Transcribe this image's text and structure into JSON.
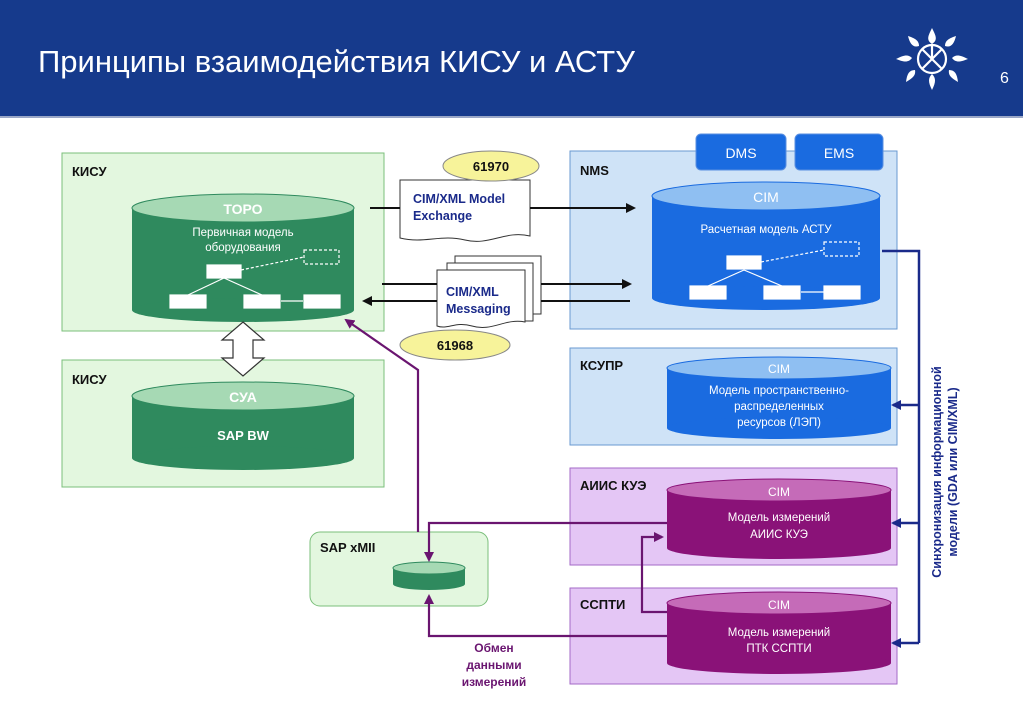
{
  "header": {
    "title": "Принципы взаимодействия КИСУ и АСТУ",
    "page_number": "6",
    "logo_icon": "energy-company-logo"
  },
  "colors": {
    "header_bg": "#163a8c",
    "kisu_panel": "#e3f7df",
    "kisu_db": "#2f8a5e",
    "nms_panel": "#cfe3f7",
    "nms_db": "#1a6be0",
    "aiis_panel": "#e4c6f5",
    "aiis_db": "#8a1278",
    "sync_arrow": "#1a2a8a",
    "purple_arrow": "#6a1570",
    "callout_fill": "#f7f39a"
  },
  "kisu_top": {
    "label": "КИСУ",
    "db_title": "ТОРО",
    "db_text_1": "Первичная модель",
    "db_text_2": "оборудования"
  },
  "kisu_bottom": {
    "label": "КИСУ",
    "db_title": "СУА",
    "db_text": "SAP BW"
  },
  "nms": {
    "label": "NMS",
    "dms": "DMS",
    "ems": "EMS",
    "db_title": "CIM",
    "db_text": "Расчетная модель АСТУ"
  },
  "ksupr": {
    "label": "КСУПР",
    "db_title": "CIM",
    "db_text_1": "Модель пространственно-",
    "db_text_2": "распределенных",
    "db_text_3": "ресурсов (ЛЭП)"
  },
  "aiis": {
    "label": "АИИС КУЭ",
    "db_title": "CIM",
    "db_text_1": "Модель измерений",
    "db_text_2": "АИИС КУЭ"
  },
  "sspti": {
    "label": "ССПТИ",
    "db_title": "CIM",
    "db_text_1": "Модель измерений",
    "db_text_2": "ПТК ССПТИ"
  },
  "sap_xmii": {
    "label": "SAP xMII"
  },
  "exchange": {
    "model_callout": "61970",
    "model_doc_1": "CIM/XML Model",
    "model_doc_2": "Exchange",
    "msg_callout": "61968",
    "msg_doc_1": "CIM/XML",
    "msg_doc_2": "Messaging"
  },
  "sync_label_1": "Синхронизация информационной",
  "sync_label_2": "модели (GDA или CIM/XML)",
  "measure_exchange_1": "Обмен",
  "measure_exchange_2": "данными",
  "measure_exchange_3": "измерений"
}
